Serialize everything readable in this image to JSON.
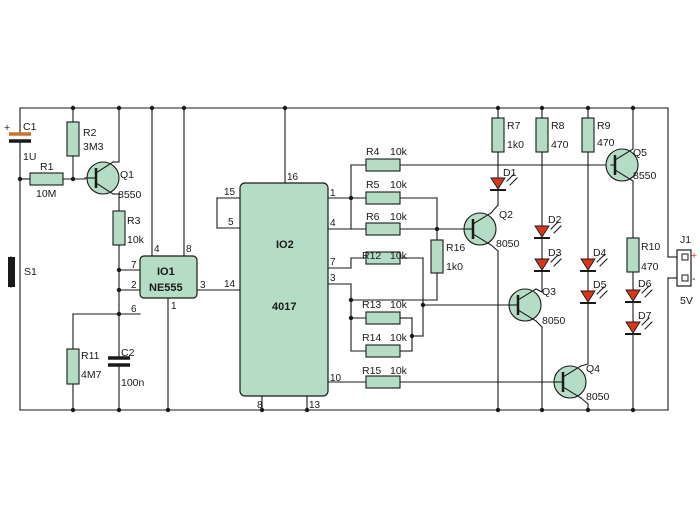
{
  "circuit": {
    "capacitors": {
      "C1": {
        "ref": "C1",
        "value": "1U",
        "polarity": "+"
      },
      "C2": {
        "ref": "C2",
        "value": "100n"
      }
    },
    "resistors": {
      "R1": {
        "ref": "R1",
        "value": "10M"
      },
      "R2": {
        "ref": "R2",
        "value": "3M3"
      },
      "R3": {
        "ref": "R3",
        "value": "10k"
      },
      "R4": {
        "ref": "R4",
        "value": "10k"
      },
      "R5": {
        "ref": "R5",
        "value": "10k"
      },
      "R6": {
        "ref": "R6",
        "value": "10k"
      },
      "R7": {
        "ref": "R7",
        "value": "1k0"
      },
      "R8": {
        "ref": "R8",
        "value": "470"
      },
      "R9": {
        "ref": "R9",
        "value": "470"
      },
      "R10": {
        "ref": "R10",
        "value": "470"
      },
      "R11": {
        "ref": "R11",
        "value": "4M7"
      },
      "R12": {
        "ref": "R12",
        "value": "10k"
      },
      "R13": {
        "ref": "R13",
        "value": "10k"
      },
      "R14": {
        "ref": "R14",
        "value": "10k"
      },
      "R15": {
        "ref": "R15",
        "value": "10k"
      },
      "R16": {
        "ref": "R16",
        "value": "1k0"
      }
    },
    "transistors": {
      "Q1": {
        "ref": "Q1",
        "type": "8550"
      },
      "Q2": {
        "ref": "Q2",
        "type": "8050"
      },
      "Q3": {
        "ref": "Q3",
        "type": "8050"
      },
      "Q4": {
        "ref": "Q4",
        "type": "8050"
      },
      "Q5": {
        "ref": "Q5",
        "type": "8550"
      }
    },
    "leds": [
      "D1",
      "D2",
      "D3",
      "D4",
      "D5",
      "D6",
      "D7"
    ],
    "switch": {
      "ref": "S1"
    },
    "connector": {
      "ref": "J1",
      "voltage": "5V",
      "plus": "+",
      "minus": "-"
    },
    "ic1": {
      "ref": "IO1",
      "part": "NE555",
      "pins": {
        "p1": "1",
        "p2": "2",
        "p3": "3",
        "p4": "4",
        "p6": "6",
        "p7": "7",
        "p8": "8"
      }
    },
    "ic2": {
      "ref": "IO2",
      "part": "4017",
      "pins": {
        "p1": "1",
        "p3": "3",
        "p4": "4",
        "p5": "5",
        "p7": "7",
        "p8": "8",
        "p10": "10",
        "p13": "13",
        "p14": "14",
        "p15": "15",
        "p16": "16"
      }
    }
  },
  "colors": {
    "component_fill": "#b5dcc4",
    "led_fill": "#d9351c",
    "wire": "#1a1a1a",
    "capacitor_plate": "#c9742a",
    "connector_plus": "#d9351c"
  }
}
